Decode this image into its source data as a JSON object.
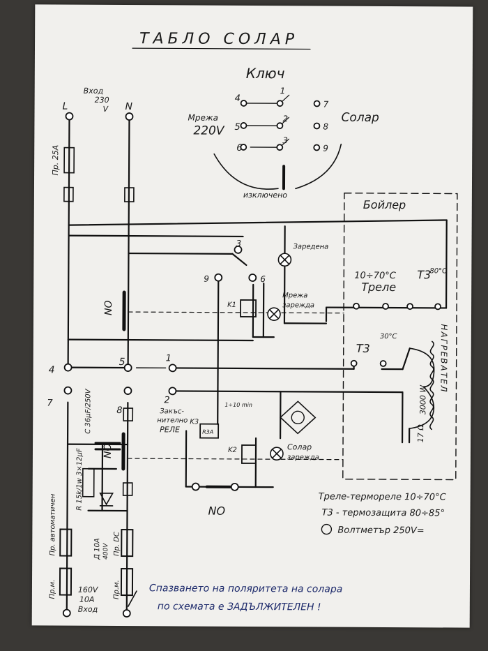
{
  "title": "ТАБЛО СОЛАР",
  "switch": {
    "heading": "Ключ",
    "mains_label_1": "Мрежа",
    "mains_label_2": "220V",
    "solar_label": "Солар",
    "off_label": "изключено",
    "positions": [
      "1",
      "2",
      "3",
      "4",
      "5",
      "6",
      "7",
      "8",
      "9"
    ]
  },
  "inputs": {
    "l_label": "L",
    "n_label": "N",
    "input_label": "Вход",
    "input_voltage": "230",
    "input_voltage_unit": "V",
    "fuse_label": "Пр. 25А"
  },
  "boiler": {
    "label": "Бойлер",
    "relay_range": "10÷70°C",
    "relay_label": "Треле",
    "thermo_label": "Т3",
    "thermo_temp": "80°C",
    "t3_2_temp": "30°C",
    "t3_2_label": "Т3",
    "heater_vertical": "НАГРЕВАТЕЛ",
    "heater_power": "3000 W",
    "heater_res": "17 Ω"
  },
  "indicators": {
    "charged": "Заредена",
    "mains_charging_1": "Мрежа",
    "mains_charging_2": "зарежда",
    "solar_charging_1": "Солар",
    "solar_charging_2": "зарежда"
  },
  "relays": {
    "k1": "K1",
    "k2": "K2",
    "k3": "K3",
    "no": "NO",
    "delay_1": "Закъс-",
    "delay_2": "нително",
    "delay_3": "РЕЛЕ",
    "delay_val": "1÷10 min",
    "k3_val": "R3A"
  },
  "terminals": [
    "1",
    "2",
    "3",
    "4",
    "5",
    "6",
    "7",
    "8",
    "9"
  ],
  "components": {
    "rc_label": "R 15k/1w  3×12µF",
    "rc_label_2": "C 36µF/250V",
    "diode_label": "Д 10A",
    "diode_v": "400V",
    "fuse_dc_left": "Пр. автоматичен",
    "fuse_dc_right": "Пр. DC",
    "solar_in_label_1": "160V",
    "solar_in_label_2": "10A",
    "solar_in_label_3": "Вход",
    "pm_label": "Пр.м.",
    "pm_label_2": "Пр.м."
  },
  "legend": {
    "line1": "Треле-термореле 10÷70°C",
    "line2": "Т3 - термозащита 80÷85°",
    "line3": "Волтметър 250V="
  },
  "note": {
    "line1": "Спазването на поляритета на солара",
    "line2": "по схемата  е ЗАДЪЛЖИТЕЛЕН !"
  }
}
